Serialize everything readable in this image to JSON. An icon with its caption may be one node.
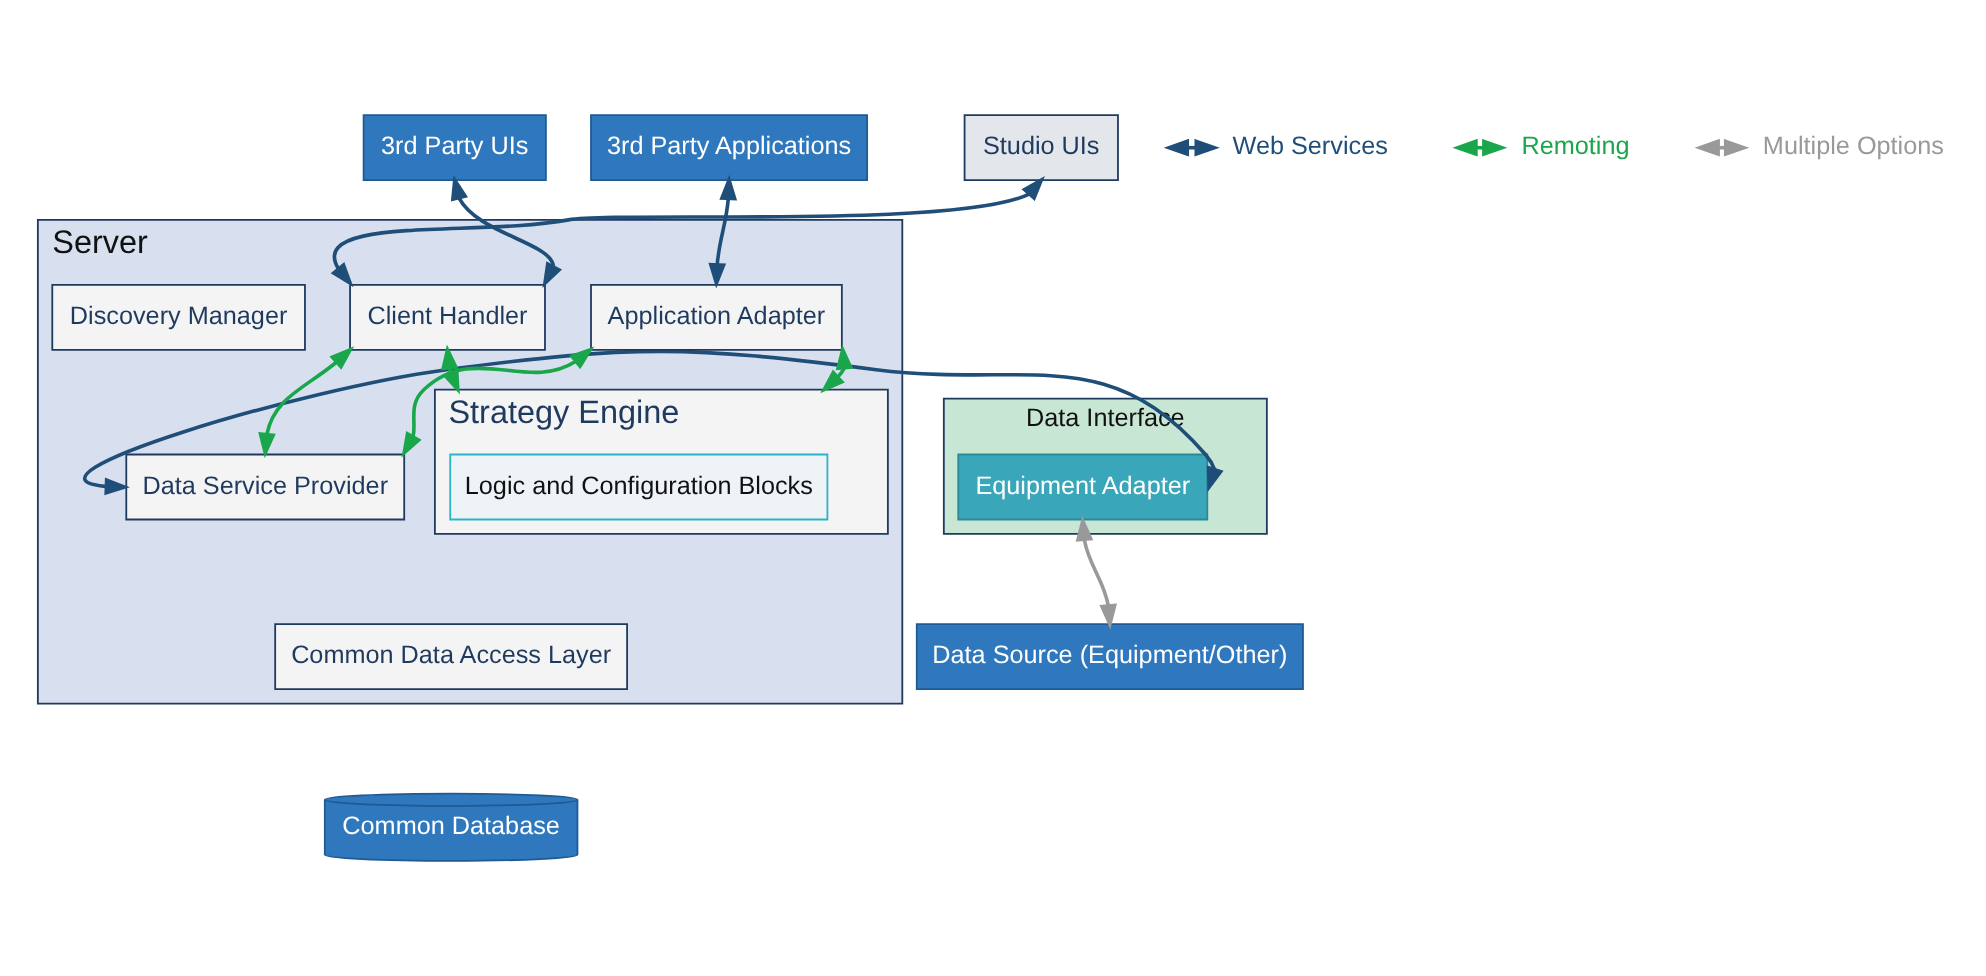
{
  "diagram": {
    "nodes": [
      {
        "text": [
          "Studio UIs"
        ]
      },
      {
        "text": [
          "3rd Party UIs"
        ]
      },
      {
        "text": [
          "3rd Party Applications"
        ]
      },
      {
        "text": [
          "Server"
        ]
      },
      {
        "text": [
          "Client Handler"
        ],
        "in": 3
      },
      {
        "text": [
          "Application Adapter"
        ],
        "in": 3
      },
      {
        "text": [
          "Discovery Manager"
        ],
        "in": 3
      },
      {
        "text": [
          "Data Service Provider"
        ],
        "in": 3
      },
      {
        "text": [
          "Strategy Engine"
        ],
        "in": 3
      },
      {
        "text": [
          "Logic and Configuration Blocks"
        ],
        "in": 8
      },
      {
        "text": [
          "Common Data Access Layer"
        ],
        "in": 3
      },
      {
        "text": [
          "Data Interface"
        ]
      },
      {
        "text": [
          "Equipment Adapter"
        ],
        "in": 11
      },
      {
        "text": [
          "Data Source (Equipment/Other)"
        ]
      },
      {
        "text": [
          "Common Database"
        ]
      }
    ],
    "edges": [
      {
        "from": 4,
        "to": 0,
        "arrow": "both",
        "color": "#1f4e79"
      },
      {
        "from": 4,
        "to": 1,
        "arrow": "both",
        "color": "#1f4e79"
      },
      {
        "from": 5,
        "to": 2,
        "arrow": "both",
        "color": "#1f4e79"
      },
      {
        "from": 4,
        "to": 7,
        "arrow": "both",
        "color": "#1aa64b"
      },
      {
        "from": 4,
        "to": 8,
        "arrow": "both",
        "color": "#1aa64b"
      },
      {
        "from": 5,
        "to": 7,
        "arrow": "both",
        "color": "#1aa64b"
      },
      {
        "from": 5,
        "to": 8,
        "arrow": "both",
        "color": "#1aa64b"
      },
      {
        "from": 12,
        "to": 7,
        "arrow": "both",
        "color": "#1f4e79"
      },
      {
        "from": 12,
        "to": 13,
        "arrow": "both",
        "color": "#999999"
      }
    ],
    "legend": [
      {
        "text": "Web Services"
      },
      {
        "text": "Remoting"
      },
      {
        "text": "Multiple Options"
      }
    ]
  }
}
